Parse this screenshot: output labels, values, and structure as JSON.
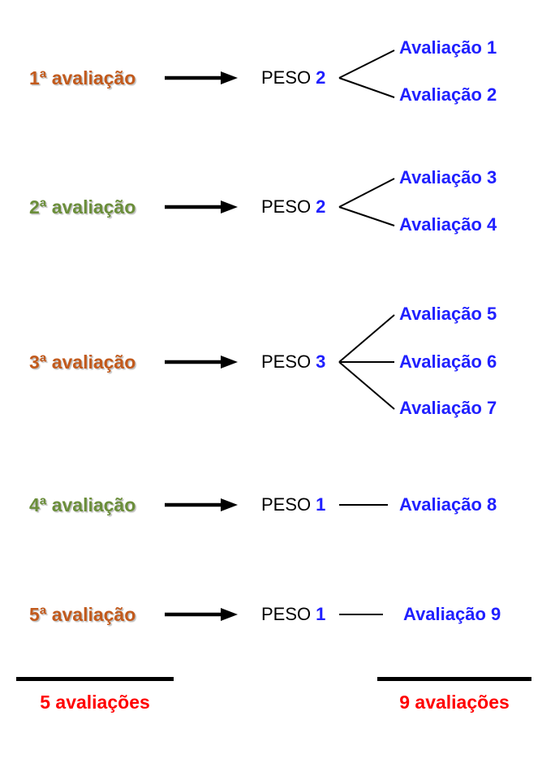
{
  "diagram": {
    "rows": [
      {
        "source": "1ª avaliação",
        "source_color": "#C25A1C",
        "peso": {
          "label": "PESO",
          "value": "2"
        },
        "targets": [
          "Avaliação 1",
          "Avaliação 2"
        ]
      },
      {
        "source": "2ª avaliação",
        "source_color": "#6B8E3A",
        "peso": {
          "label": "PESO",
          "value": "2"
        },
        "targets": [
          "Avaliação 3",
          "Avaliação 4"
        ]
      },
      {
        "source": "3ª avaliação",
        "source_color": "#C25A1C",
        "peso": {
          "label": "PESO",
          "value": "3"
        },
        "targets": [
          "Avaliação 5",
          "Avaliação 6",
          "Avaliação 7"
        ]
      },
      {
        "source": "4ª avaliação",
        "source_color": "#6B8E3A",
        "peso": {
          "label": "PESO",
          "value": "1"
        },
        "targets": [
          "Avaliação 8"
        ]
      },
      {
        "source": "5ª avaliação",
        "source_color": "#C25A1C",
        "peso": {
          "label": "PESO",
          "value": "1"
        },
        "targets": [
          "Avaliação 9"
        ]
      }
    ],
    "summary_left": "5 avaliações",
    "summary_right": "9 avaliações",
    "colors": {
      "source_orange": "#C25A1C",
      "source_green": "#6B8E3A",
      "target_blue": "#2020FF",
      "summary_red": "#FF0000",
      "line_black": "#000000"
    }
  }
}
